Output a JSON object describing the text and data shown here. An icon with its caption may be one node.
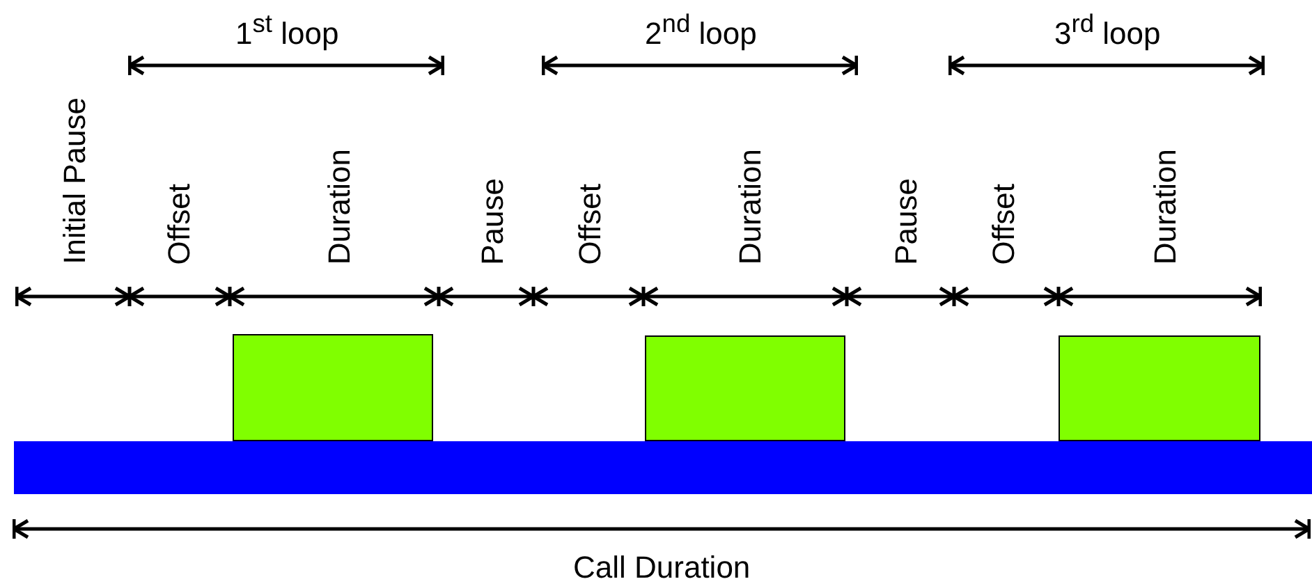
{
  "diagram": {
    "nodes": [
      {
        "text": [],
        "shape": "box"
      },
      {
        "text": [],
        "shape": "box"
      },
      {
        "text": [],
        "shape": "box"
      },
      {
        "text": [],
        "shape": "bar"
      }
    ],
    "labels": [
      "1$^{st}$ loop",
      "2$^{nd}$ loop",
      "3$^{rd}$ loop",
      "Initial Pause",
      "Offset",
      "Duration",
      "Pause",
      "Offset",
      "Duration",
      "Pause",
      "Offset",
      "Duration",
      "Call Duration"
    ]
  }
}
